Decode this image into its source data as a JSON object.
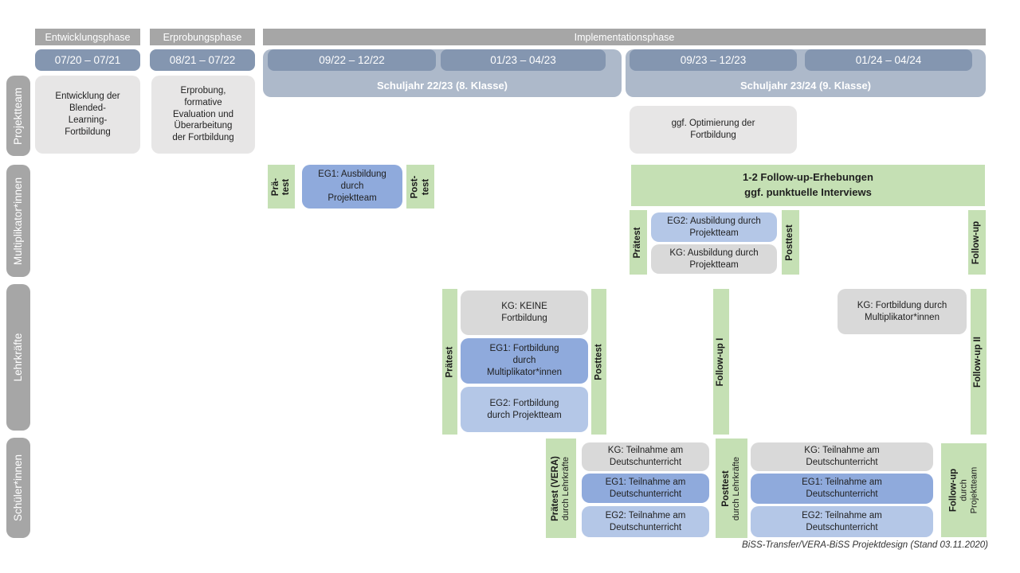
{
  "colors": {
    "graybar": "#a6a6a6",
    "pill": "#8496b0",
    "schuljahr": "#adb9ca",
    "lightgray": "#e7e6e6",
    "kggray": "#d9d9d9",
    "eg1": "#8faadc",
    "eg2": "#b4c7e7",
    "green": "#c5e0b4",
    "ink": "#1f1f1f"
  },
  "header": {
    "phase1": "Entwicklungsphase",
    "phase2": "Erprobungsphase",
    "phase3": "Implementationsphase",
    "date1": "07/20 – 07/21",
    "date2": "08/21 – 07/22",
    "date3": "09/22 – 12/22",
    "date4": "01/23 – 04/23",
    "date5": "09/23 – 12/23",
    "date6": "01/24 – 04/24",
    "schuljahr1": "Schuljahr 22/23 (8. Klasse)",
    "schuljahr2": "Schuljahr 23/24 (9. Klasse)"
  },
  "rows": {
    "projektteam": "Projektteam",
    "multiplikatoren": "Multiplikator*innen",
    "lehrkraefte": "Lehrkräfte",
    "schueler": "Schüler*innen"
  },
  "projektteam": {
    "entwicklung": "Entwicklung der\nBlended-\nLearning-\nFortbildung",
    "erprobung": "Erprobung,\nformative\nEvaluation und\nÜberarbeitung\nder Fortbildung",
    "optimierung": "ggf. Optimierung der\nFortbildung"
  },
  "multiplikatoren": {
    "praetest1": "Prä-\ntest",
    "eg1": "EG1: Ausbildung\ndurch\nProjektteam",
    "posttest1": "Post-\ntest",
    "followup_bar": "1-2 Follow-up-Erhebungen\nggf. punktuelle Interviews",
    "praetest2": "Prätest",
    "eg2": "EG2: Ausbildung durch\nProjektteam",
    "kg": "KG: Ausbildung durch\nProjektteam",
    "posttest2": "Posttest",
    "followup": "Follow-up"
  },
  "lehrkraefte": {
    "praetest": "Prätest",
    "kg": "KG: KEINE\nFortbildung",
    "eg1": "EG1: Fortbildung\ndurch\nMultiplikator*innen",
    "eg2": "EG2: Fortbildung\ndurch Projektteam",
    "posttest": "Posttest",
    "followup1": "Follow-up I",
    "kg2": "KG: Fortbildung durch\nMultiplikator*innen",
    "followup2": "Follow-up II"
  },
  "schueler": {
    "praetest_main": "Prätest (VERA)",
    "praetest_sub": "durch Lehrkräfte",
    "kg1": "KG: Teilnahme am\nDeutschunterricht",
    "eg1a": "EG1: Teilnahme am\nDeutschunterricht",
    "eg2a": "EG2: Teilnahme am\nDeutschunterricht",
    "posttest_main": "Posttest",
    "posttest_sub": "durch Lehrkräfte",
    "kg2": "KG: Teilnahme am\nDeutschunterricht",
    "eg1b": "EG1: Teilnahme am\nDeutschunterricht",
    "eg2b": "EG2: Teilnahme am\nDeutschunterricht",
    "followup_main": "Follow-up",
    "followup_sub": "durch\nProjektteam"
  },
  "footer": "BiSS-Transfer/VERA-BiSS Projektdesign (Stand 03.11.2020)"
}
